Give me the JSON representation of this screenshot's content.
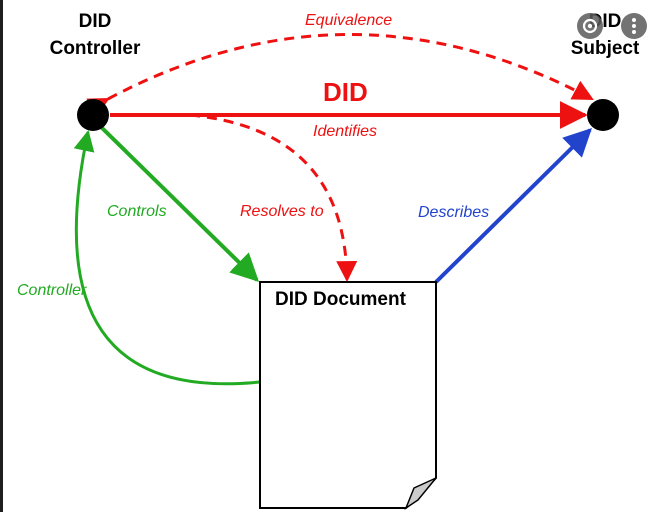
{
  "nodes": {
    "controller": {
      "line1": "DID",
      "line2": "Controller"
    },
    "subject": {
      "line1": "DID",
      "line2": "Subject"
    },
    "document": {
      "title": "DID Document"
    }
  },
  "edges": {
    "did": "DID",
    "identifies": "Identifies",
    "equivalence": "Equivalence",
    "controls": "Controls",
    "resolves_to": "Resolves to",
    "describes": "Describes",
    "controller": "Controller"
  },
  "colors": {
    "red": "#ee1111",
    "green": "#22aa22",
    "blue": "#2244cc",
    "black": "#000000"
  },
  "overlay": {
    "lens_icon": "lens-icon",
    "more_icon": "more-vert-icon"
  }
}
